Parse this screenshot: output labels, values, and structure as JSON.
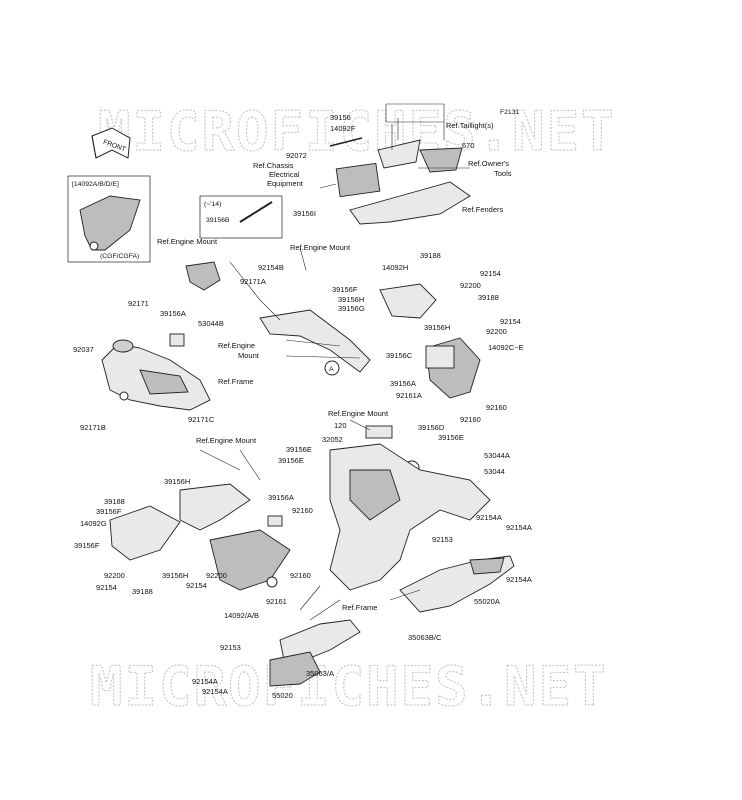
{
  "watermark": {
    "top": "MICROFICHES.NET",
    "bottom": "MICROFICHES.NET"
  },
  "figure_code": "F2131",
  "front_arrow": "FRONT",
  "inset_left": {
    "header": "[14092A/B/D/E]",
    "footer": "(CGF/CGFA)"
  },
  "inset_year": {
    "header": "(~'14)",
    "part": "39156B"
  },
  "refs": {
    "taillight": "Ref.Taillight(s)",
    "owners_tools_1": "Ref.Owner's",
    "owners_tools_2": "Tools",
    "chassis_1": "Ref.Chassis",
    "chassis_2": "Electrical",
    "chassis_3": "Equipment",
    "fenders": "Ref.Fenders",
    "engine_mount_1": "Ref.Engine Mount",
    "engine_mount_2": "Ref.Engine Mount",
    "engine_mount_3a": "Ref.Engine",
    "engine_mount_3b": "Mount",
    "engine_mount_4": "Ref.Engine Mount",
    "engine_mount_5": "Ref.Engine Mount",
    "frame_1": "Ref.Frame",
    "frame_2": "Ref.Frame"
  },
  "markers": {
    "a1": "A",
    "a2": "A"
  },
  "parts": {
    "p39156_top": "39156",
    "p14092F": "14092F",
    "p670": "670",
    "p92072": "92072",
    "p39156I": "39156I",
    "p92154B": "92154B",
    "p92171A": "92171A",
    "p53044B": "53044B",
    "p39156A_l": "39156A",
    "p92171": "92171",
    "p92037": "92037",
    "p92171B": "92171B",
    "p92171C": "92171C",
    "p39188_top": "39188",
    "p14092H": "14092H",
    "p92154_r1": "92154",
    "p92200_r1": "92200",
    "p39188_r": "39188",
    "p39156F_top": "39156F",
    "p39156H_top": "39156H",
    "p39156G": "39156G",
    "p39156H_r": "39156H",
    "p92154_r2": "92154",
    "p92200_r2": "92200",
    "p14092CE": "14092C~E",
    "p39156C": "39156C",
    "p39156A_r": "39156A",
    "p92161A": "92161A",
    "p92160_r1": "92160",
    "p92160_r2": "92160",
    "p120": "120",
    "p32052": "32052",
    "p39156D": "39156D",
    "p39156E_r": "39156E",
    "p53044A": "53044A",
    "p53044": "53044",
    "p39156E_l1": "39156E",
    "p39156E_l2": "39156E",
    "p39156H_l": "39156H",
    "p39188_l1": "39188",
    "p39156F_l1": "39156F",
    "p14092G": "14092G",
    "p39156F_l2": "39156F",
    "p92200_l": "92200",
    "p92154_l": "92154",
    "p39188_l2": "39188",
    "p39156H_l2": "39156H",
    "p92200_m": "92200",
    "p92154_m": "92154",
    "p39156A_m": "39156A",
    "p92160_m1": "92160",
    "p92160_m2": "92160",
    "p92161": "92161",
    "p14092AB": "14092/A/B",
    "p92154A_1": "92154A",
    "p92154A_2": "92154A",
    "p92154A_3": "92154A",
    "p92153_r": "92153",
    "p55020A": "55020A",
    "p35063BC": "35063B/C",
    "p92153_b": "92153",
    "p35063A": "35063/A",
    "p92154A_b1": "92154A",
    "p92154A_b2": "92154A",
    "p55020": "55020"
  }
}
